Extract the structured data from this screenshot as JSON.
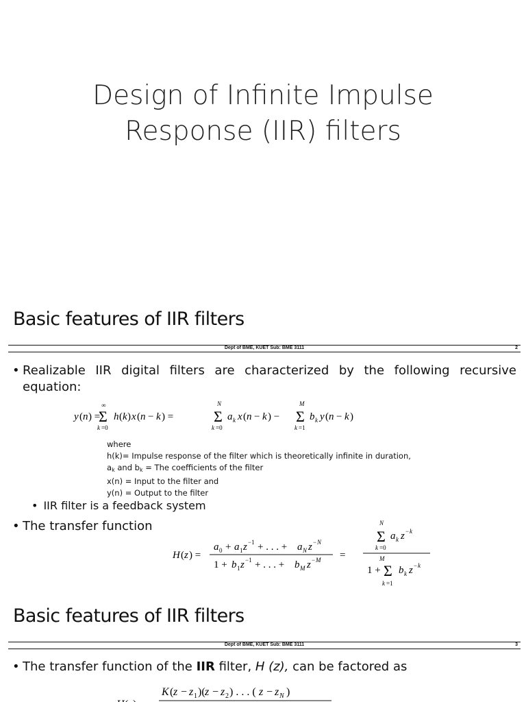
{
  "slide1": {
    "title_line1": "Design of Infinite Impulse",
    "title_line2": "Response (IIR) filters"
  },
  "slide2": {
    "heading": "Basic features of IIR filters",
    "footer_center": "Dept of BME, KUET    Sub: BME 3111",
    "page_number": "2",
    "bullet1": "Realizable IIR digital filters are characterized by the following recursive equation:",
    "where_label": "where",
    "def_h": "h(k)= Impulse response of the filter which is theoretically infinite in duration,",
    "def_ab_a": "a",
    "def_ab_k1": "k",
    "def_ab_mid": " and b",
    "def_ab_k2": "k",
    "def_ab_rest": "  = The coefficients of the filter",
    "def_x": "x(n) = Input to the filter and",
    "def_y": "y(n) = Output to the filter",
    "sub_bullet": "IIR filter is a feedback system",
    "bullet2": "The transfer function"
  },
  "slide3": {
    "heading": "Basic features of IIR filters",
    "footer_center": "Dept of BME, KUET    Sub: BME 3111",
    "page_number": "3",
    "bullet1_pre": "The transfer function of the ",
    "bullet1_bold": "IIR",
    "bullet1_mid": " filter, ",
    "bullet1_ital": "H (z),",
    "bullet1_post": " can be factored as"
  }
}
